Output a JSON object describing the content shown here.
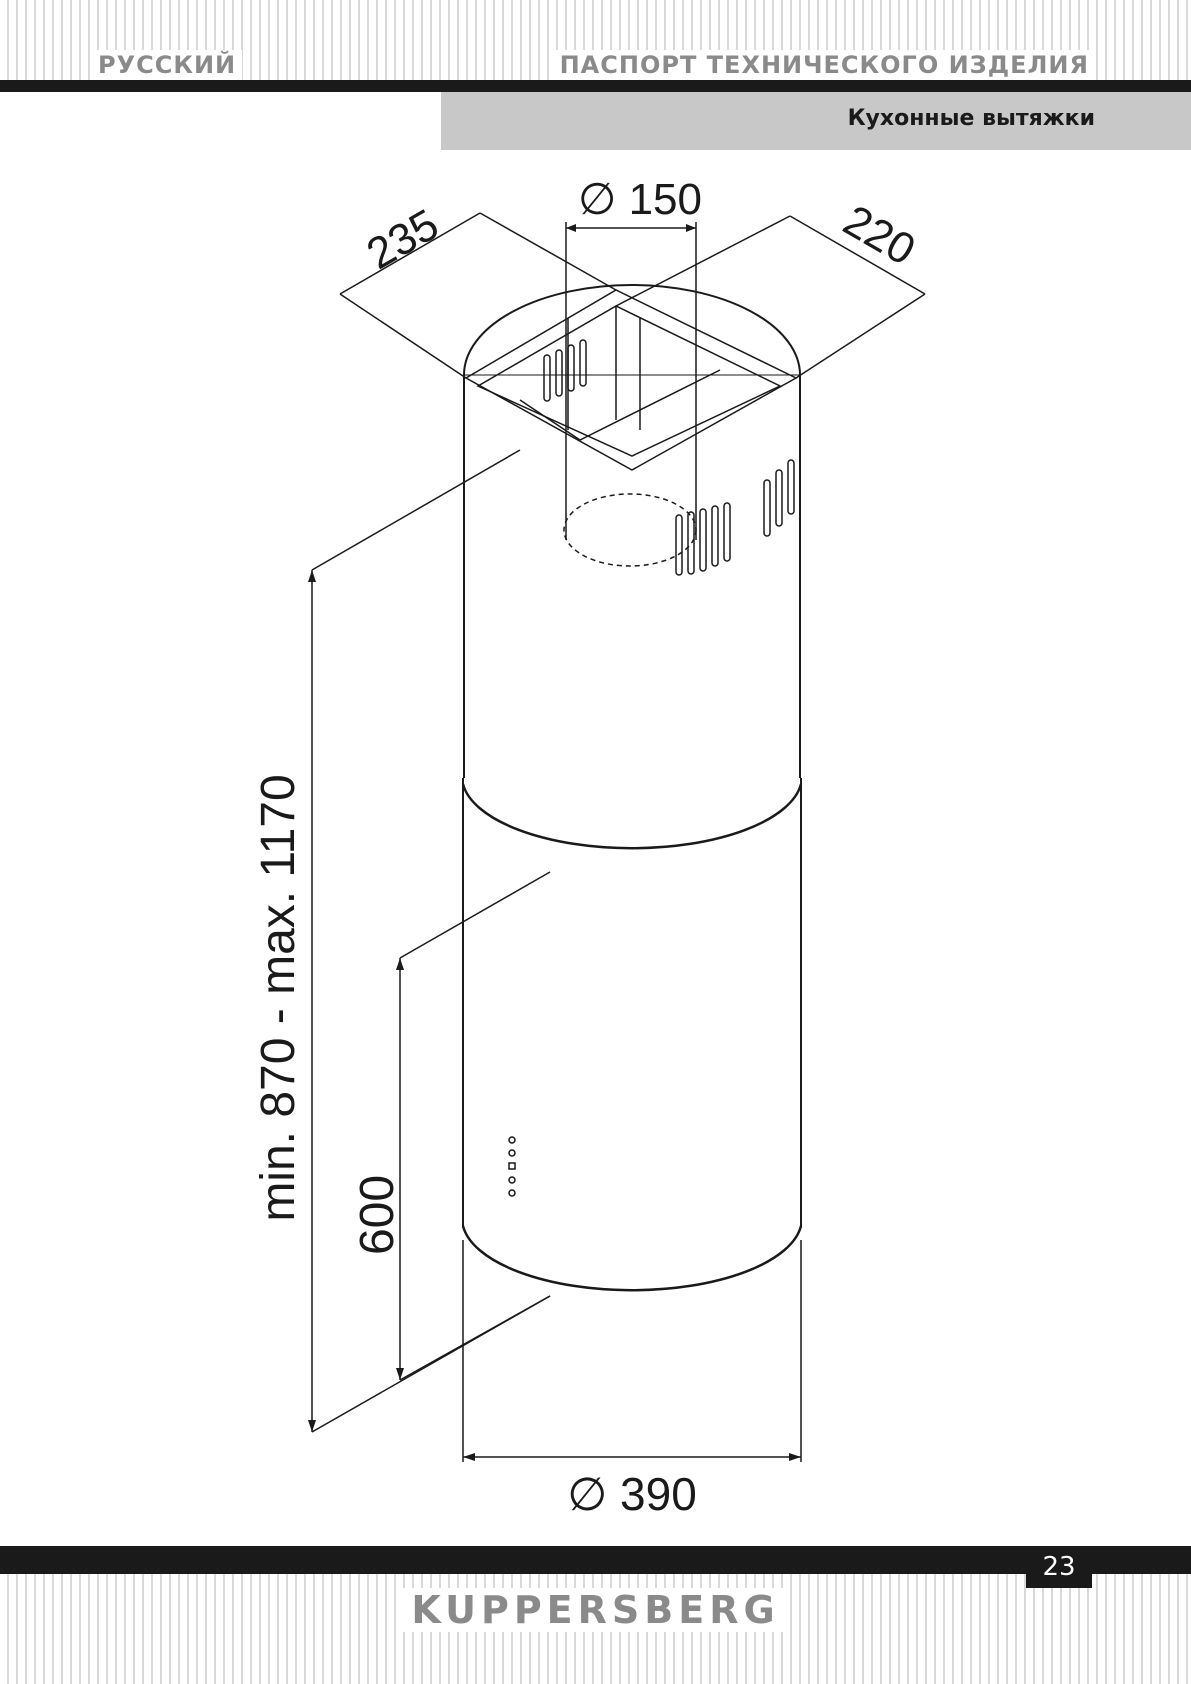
{
  "header": {
    "language": "РУССКИЙ",
    "document_title": "ПАСПОРТ ТЕХНИЧЕСКОГО ИЗДЕЛИЯ",
    "section": "Кухонные вытяжки"
  },
  "drawing": {
    "dimensions": {
      "outlet_diameter": "∅ 150",
      "bracket_depth": "235",
      "bracket_width": "220",
      "total_height": "min. 870 - max. 1170",
      "body_height": "600",
      "body_diameter": "∅ 390"
    }
  },
  "footer": {
    "page_number": "23",
    "brand": "KUPPERSBERG"
  },
  "colors": {
    "rule": "#1a1a1a",
    "header_text": "#8a8a8a",
    "section_band": "#c8c8c8"
  }
}
